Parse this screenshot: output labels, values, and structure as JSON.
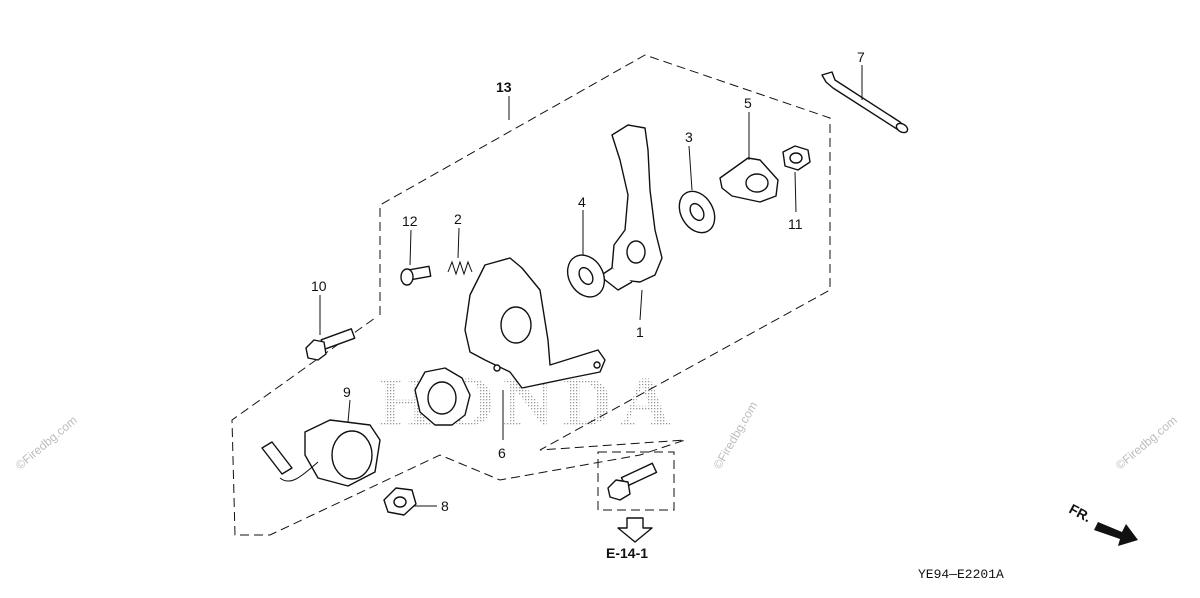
{
  "parts": {
    "p1": "1",
    "p2": "2",
    "p3": "3",
    "p4": "4",
    "p5": "5",
    "p6": "6",
    "p7": "7",
    "p8": "8",
    "p9": "9",
    "p10": "10",
    "p11": "11",
    "p12": "12",
    "p13": "13"
  },
  "reference_label": "E-14-1",
  "diagram_code": "YE94—E2201A",
  "direction_label": "FR.",
  "brand_watermark": "HONDA",
  "site_watermark": "©Firedbg.com",
  "colors": {
    "ink": "#111111",
    "watermark": "#bdbdbd",
    "background": "#ffffff"
  }
}
